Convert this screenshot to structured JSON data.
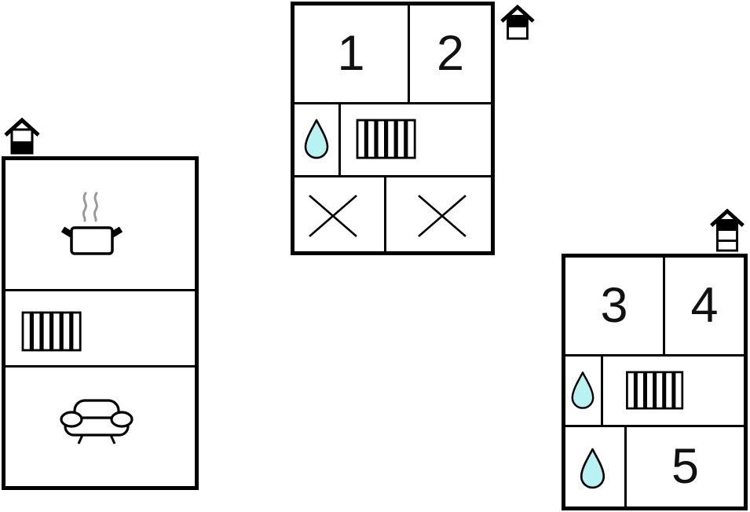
{
  "colors": {
    "wall": "#000000",
    "water_drop_fill": "#b8f2f2",
    "steam": "#9a9a9a",
    "digit": "#111111",
    "background": "#ffffff"
  },
  "buildings": {
    "left": {
      "name": "building-left",
      "floor_indicator": "house-2-floors-ground-floor-highlighted",
      "rooms": [
        {
          "icon": "stove-icon"
        },
        {
          "icon": "radiator-icon"
        },
        {
          "icon": "sofa-icon"
        }
      ]
    },
    "middle": {
      "name": "building-middle",
      "floor_indicator": "house-2-floors-upper-floor-highlighted",
      "rooms": [
        {
          "label": "1"
        },
        {
          "label": "2"
        },
        {
          "icon": "water-drop-icon"
        },
        {
          "icon": "radiator-icon"
        },
        {
          "icon": "cross-icon"
        },
        {
          "icon": "cross-icon"
        }
      ]
    },
    "right": {
      "name": "building-right",
      "floor_indicator": "house-3-floors-top-floor-highlighted",
      "rooms": [
        {
          "label": "3"
        },
        {
          "label": "4"
        },
        {
          "icon": "water-drop-icon"
        },
        {
          "icon": "radiator-icon"
        },
        {
          "icon": "water-drop-icon"
        },
        {
          "label": "5"
        }
      ]
    }
  }
}
